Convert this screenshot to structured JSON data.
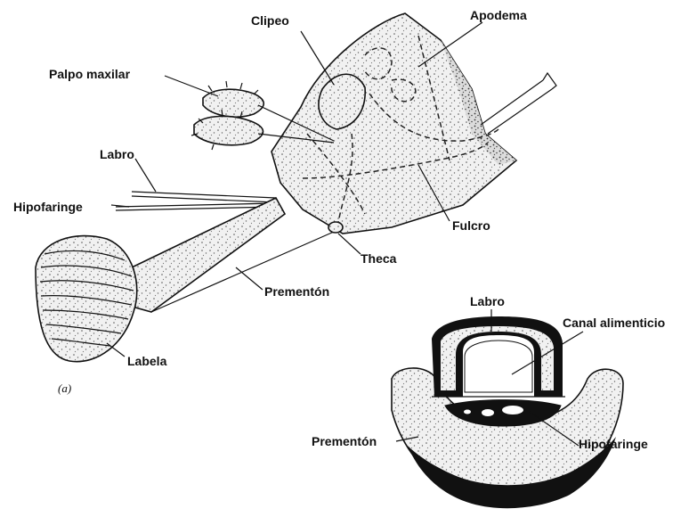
{
  "panel_a_tag": "(a)",
  "labels": {
    "clipeo": "Clipeo",
    "apodema": "Apodema",
    "palpo_maxilar": "Palpo maxilar",
    "labro": "Labro",
    "hipofaringe": "Hipofaringe",
    "fulcro": "Fulcro",
    "theca": "Theca",
    "prementon": "Prementón",
    "labela": "Labela"
  },
  "section_labels": {
    "labro": "Labro",
    "canal_alimenticio": "Canal alimenticio",
    "prementon": "Prementón",
    "hipofaringe": "Hipofaringe"
  }
}
